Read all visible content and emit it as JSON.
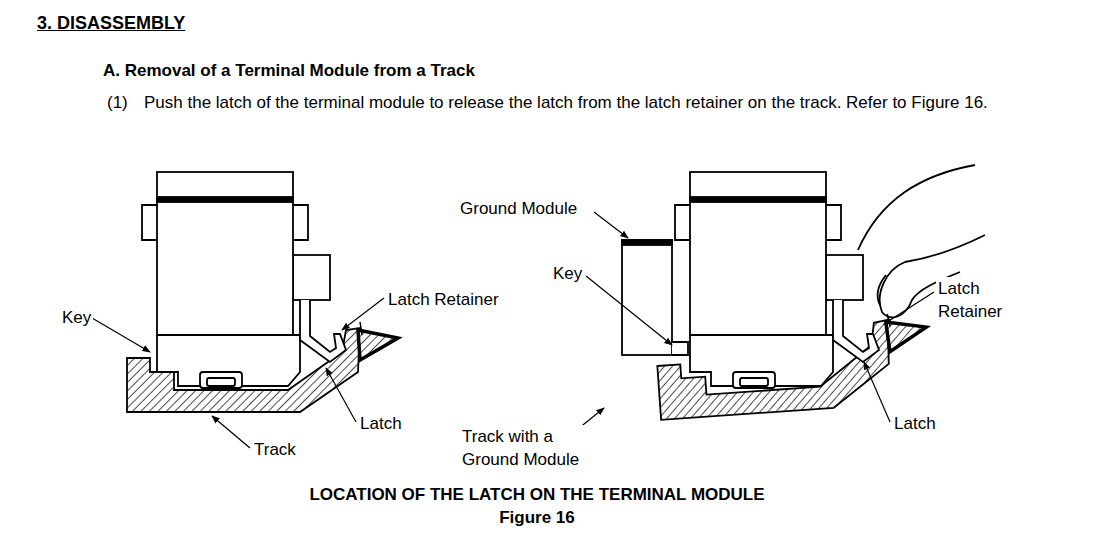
{
  "diagram": {
    "title": "3. DISASSEMBLY",
    "caption": "LOCATION OF THE LATCH ON THE TERMINAL MODULE",
    "labels": [
      "A. Removal of a Terminal Module from a Track",
      "(1)",
      "Push the latch of the terminal module to release the latch from the latch retainer on the track. Refer to Figure 16.",
      "Key",
      "Latch Retainer",
      "Latch",
      "Track",
      "Ground Module",
      "Key",
      "Track with a Ground Module",
      "Latch Retainer",
      "Latch",
      "Figure 16"
    ]
  }
}
